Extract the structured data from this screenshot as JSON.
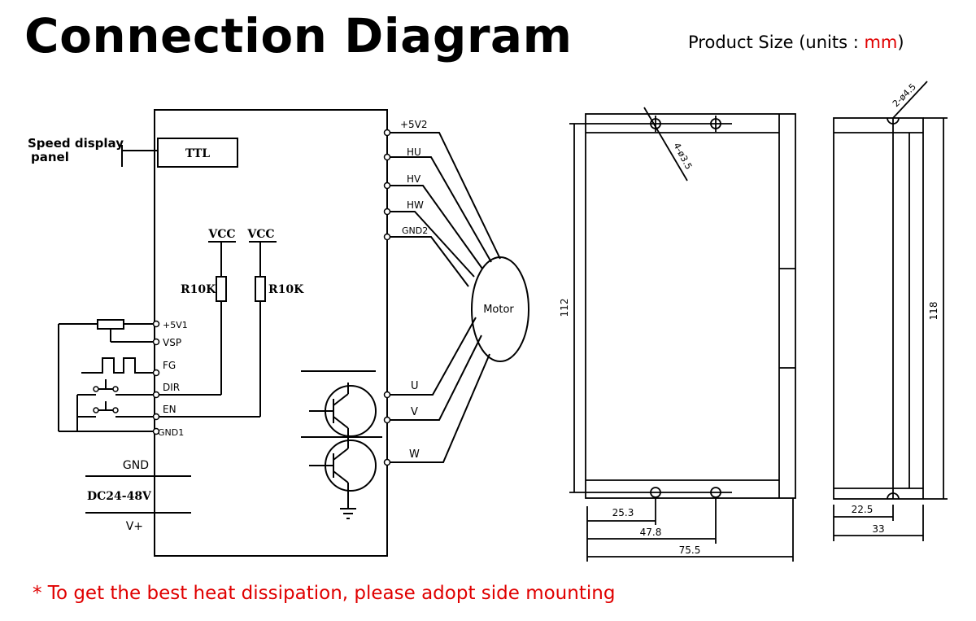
{
  "header": {
    "title": "Connection Diagram",
    "size_label_prefix": "Product Size (units : ",
    "size_unit": "mm",
    "size_label_suffix": ")"
  },
  "wiring": {
    "speed_display_label_1": "Speed display",
    "speed_display_label_2": "panel",
    "ttl_label": "TTL",
    "vcc_1": "VCC",
    "vcc_2": "VCC",
    "resistor_1": "R10K",
    "resistor_2": "R10K",
    "left_terminals": [
      "+5V1",
      "VSP",
      "FG",
      "DIR",
      "EN",
      "GND1"
    ],
    "hall_terminals": [
      "+5V2",
      "HU",
      "HV",
      "HW",
      "GND2"
    ],
    "phase_terminals": [
      "U",
      "V",
      "W"
    ],
    "motor_label": "Motor",
    "gnd_label": "GND",
    "power_label": "DC24-48V",
    "vplus_label": "V+"
  },
  "dimensions": {
    "front_height": "112",
    "hole_front": "4-ø3.5",
    "dim_25_3": "25.3",
    "dim_47_8": "47.8",
    "dim_75_5": "75.5",
    "side_height": "118",
    "hole_side": "2-ø4.5",
    "dim_22_5": "22.5",
    "dim_33": "33"
  },
  "footer": {
    "note": "*  To get the best heat dissipation, please adopt side mounting"
  },
  "colors": {
    "accent_red": "#e00000",
    "ink": "#000000"
  }
}
